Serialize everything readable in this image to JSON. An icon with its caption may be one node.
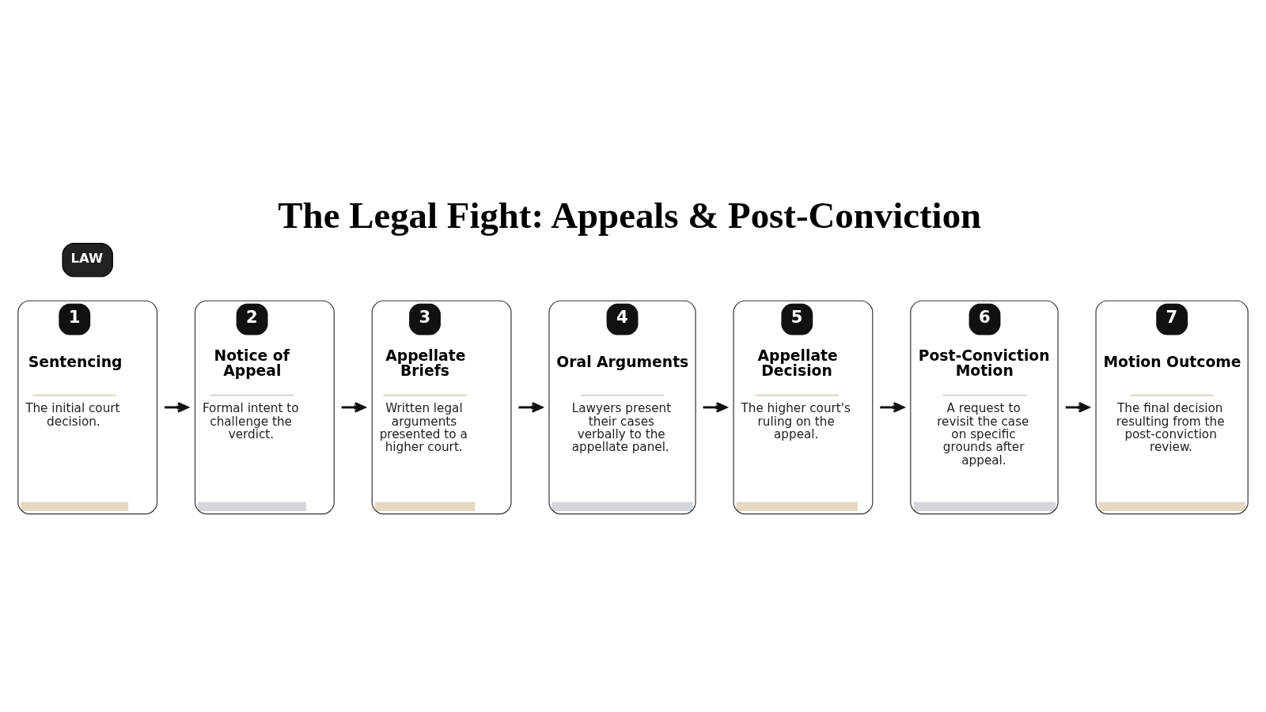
{
  "diagram": {
    "title": "The Legal Fight: Appeals & Post-Conviction",
    "nodes": [
      {
        "text": [
          "1",
          "Sentencing",
          "The initial court decision."
        ]
      },
      {
        "text": [
          "2",
          "Notice of Appeal",
          "Formal intent to challenge the verdict."
        ]
      },
      {
        "text": [
          "3",
          "Appellate Briefs",
          "Written legal arguments presented to a higher court."
        ]
      },
      {
        "text": [
          "4",
          "Oral Arguments",
          "Lawyers present their cases verbally to the appellate panel."
        ]
      },
      {
        "text": [
          "5",
          "Appellate Decision",
          "The higher court's ruling on the appeal."
        ]
      },
      {
        "text": [
          "6",
          "Post-Conviction Motion",
          "A request to revisit the case on specific grounds after appeal."
        ]
      },
      {
        "text": [
          "7",
          "Motion Outcome",
          "The final decision resulting from the post-conviction review."
        ]
      }
    ],
    "edges": [
      {
        "from": 0,
        "to": 1,
        "arrow": "to"
      },
      {
        "from": 1,
        "to": 2,
        "arrow": "to"
      },
      {
        "from": 2,
        "to": 3,
        "arrow": "to"
      },
      {
        "from": 3,
        "to": 4,
        "arrow": "to"
      },
      {
        "from": 4,
        "to": 5,
        "arrow": "to"
      },
      {
        "from": 5,
        "to": 6,
        "arrow": "to"
      }
    ],
    "labels": [
      "LAW"
    ]
  }
}
